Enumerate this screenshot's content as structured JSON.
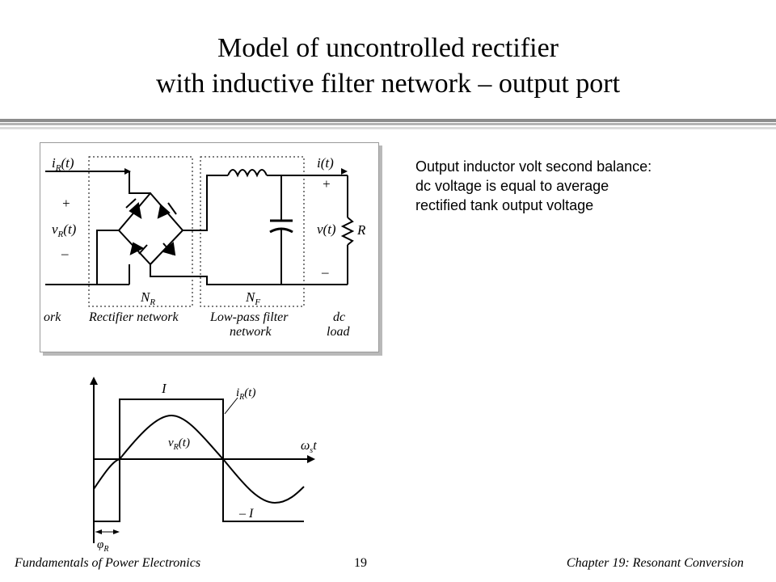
{
  "slide": {
    "title_line1": "Model of uncontrolled rectifier",
    "title_line2": "with inductive filter network – output port",
    "notes": [
      "Output inductor volt second balance:",
      "dc voltage is equal to average",
      "rectified tank output voltage"
    ]
  },
  "circuit": {
    "i_R": "i",
    "i_R_sub": "R",
    "i_R_arg": "(t)",
    "plus_left": "+",
    "v_R": "v",
    "v_R_sub": "R",
    "v_R_arg": "(t)",
    "minus_left": "–",
    "N_R": "N",
    "N_R_sub": "R",
    "N_F": "N",
    "N_F_sub": "F",
    "i_t": "i(t)",
    "plus_right": "+",
    "v_t": "v(t)",
    "minus_right": "–",
    "R": "R",
    "partial_label": "ork",
    "rectifier_label": "Rectifier network",
    "lpf_label_1": "Low-pass filter",
    "lpf_label_2": "network",
    "dc_label_1": "dc",
    "dc_label_2": "load"
  },
  "waveform": {
    "I": "I",
    "minus_I": "– I",
    "i_R": "i",
    "i_R_sub": "R",
    "i_R_arg": "(t)",
    "v_R": "v",
    "v_R_sub": "R",
    "v_R_arg": "(t)",
    "omega": "ω",
    "omega_sub": "s",
    "omega_t": "t",
    "phi": "φ",
    "phi_sub": "R"
  },
  "footer": {
    "left": "Fundamentals of Power Electronics",
    "page": "19",
    "right": "Chapter 19: Resonant Conversion"
  },
  "colors": {
    "rule_dark": "#7f7f7f",
    "rule_light": "#cfcfcf"
  }
}
